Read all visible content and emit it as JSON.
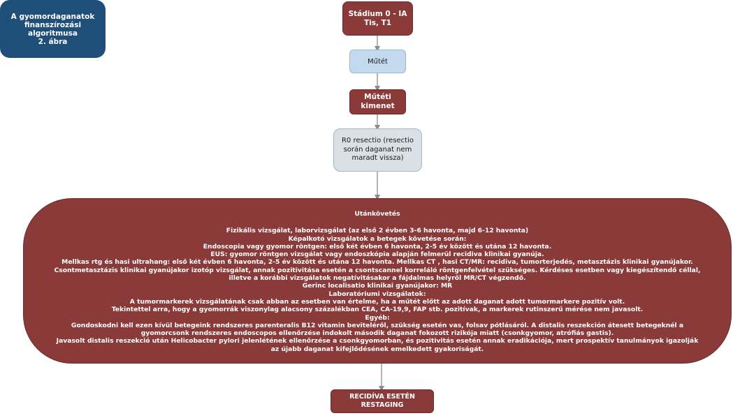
{
  "title_box": {
    "line1": "A gyomordaganatok",
    "line2": "finanszírozási algoritmusa",
    "line3": "2. ábra"
  },
  "nodes": {
    "stage": {
      "line1": "Stádium 0 - IA",
      "line2": "Tis, T1"
    },
    "surgery": {
      "label": "Műtét"
    },
    "outcome": {
      "line1": "Műtéti",
      "line2": "kimenet"
    },
    "r0": {
      "line1": "R0 resectio (resectio",
      "line2": "során daganat nem",
      "line3": "maradt vissza)"
    },
    "followup": {
      "heading": "Utánkövetés",
      "lines": [
        "Fizikális vizsgálat, laborvizsgálat (az első 2 évben 3-6 havonta, majd 6-12 havonta)",
        "Képalkotó vizsgálatok a betegek követése során:",
        "Endoscopia vagy gyomor röntgen: első két évben 6 havonta, 2-5 év között és utána 12 havonta.",
        "EUS: gyomor röntgen vizsgálat vagy endoszkópia alapján felmerül recidiva klinikai gyanúja.",
        "Mellkas rtg és hasi ultrahang: első két évben 6 havonta, 2-5 év között és utána 12 havonta. Mellkas CT , hasi CT/MR: recidiva, tumorterjedés, metasztázis klinikai gyanújakor.",
        "Csontmetasztázis klinikai gyanújakor izotóp vizsgálat, annak pozitivitása esetén a csontscannel korreláló röntgenfelvétel szükséges. Kérdéses esetben vagy kiegészítendő céllal, illetve a korábbi vizsgálatok negatívitásakor a fájdalmas helyről MR/CT végzendő.",
        "Gerinc localisatio klinikai gyanújakor: MR",
        "Laboratóriumi vizsgálatok:",
        "A tumormarkerek vizsgálatának csak abban az esetben van értelme, ha a műtét előtt az adott daganat adott tumormarkere pozitív volt.",
        "Tekintettel arra, hogy a gyomorrák viszonylag alacsony százalékban CEA, CA-19,9, FAP stb. pozitívak, a markerek rutinszerű mérése nem javasolt.",
        "Egyéb:",
        "Gondoskodni kell ezen kívül betegeink rendszeres parenteralis B12 vitamin beviteléről, szükség esetén vas, folsav pótlásáról. A distalis reszekción átesett betegeknél a gyomorcsonk rendszeres endoscopos ellenőrzése indokolt második daganat fokozott rizikója miatt (csonkgyomor, atrófiás gastis).",
        "Javasolt distalis reszekció után Helicobacter pylori jelenlétének ellenőrzése a csonkgyomorban, és pozitivitás esetén annak eradikációja, mert prospektív tanulmányok igazolják az újabb daganat kifejlődésének emelkedett gyakoriságát."
      ]
    },
    "recidiva": {
      "line1": "RECIDÍVA ESETÉN",
      "line2": "RESTAGING"
    }
  },
  "colors": {
    "dark_red": "#8b3a3a",
    "light_blue": "#c3d9ee",
    "grey_blue": "#d9e0e6",
    "navy": "#1f4e79",
    "arrow": "#8c8c8c"
  }
}
